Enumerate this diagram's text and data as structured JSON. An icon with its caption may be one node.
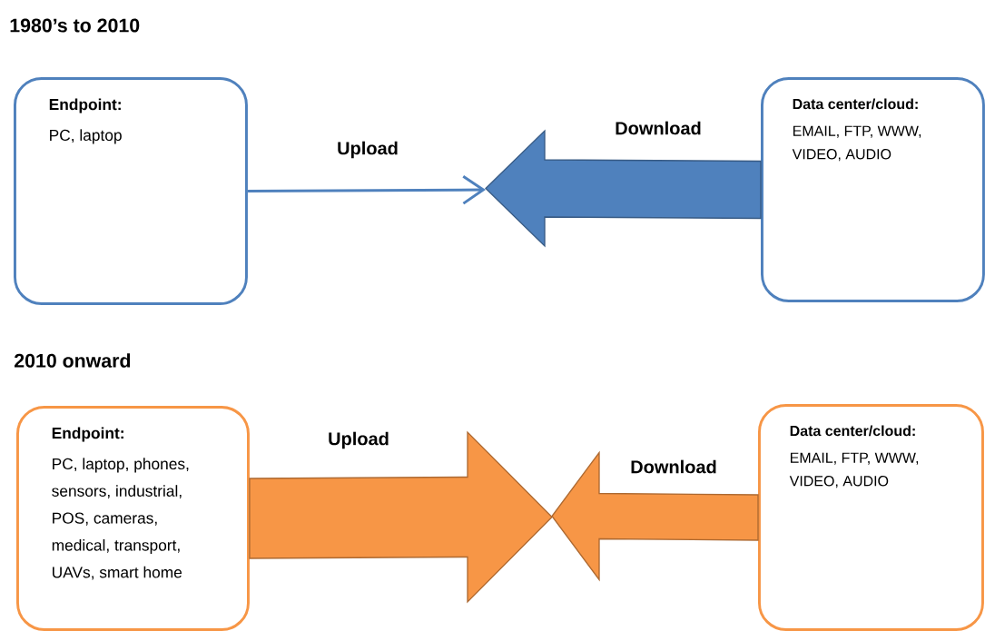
{
  "diagram": {
    "nodes": [
      {
        "text": [
          "Endpoint:",
          "PC, laptop"
        ]
      },
      {
        "text": [
          "Data center/cloud:",
          "EMAIL, FTP, WWW, VIDEO, AUDIO"
        ]
      },
      {
        "text": [
          "Endpoint:",
          "PC, laptop, phones, sensors, industrial, POS, cameras, medical, transport, UAVs, smart home"
        ]
      },
      {
        "text": [
          "Data center/cloud:",
          "EMAIL, FTP, WWW, VIDEO, AUDIO"
        ]
      }
    ],
    "edges": [
      {
        "from": 0,
        "to": null,
        "arrow": "to",
        "label": "Upload",
        "color": "#4f81bd"
      },
      {
        "from": 1,
        "to": null,
        "arrow": "to",
        "label": "Download",
        "style": "thick",
        "color": "#4f81bd"
      },
      {
        "from": 2,
        "to": null,
        "arrow": "to",
        "label": "Upload",
        "style": "thick",
        "color": "#f79646"
      },
      {
        "from": 3,
        "to": null,
        "arrow": "to",
        "label": "Download",
        "style": "thick",
        "color": "#f79646"
      }
    ],
    "labels": [
      "1980’s to 2010",
      "2010 onward"
    ]
  }
}
